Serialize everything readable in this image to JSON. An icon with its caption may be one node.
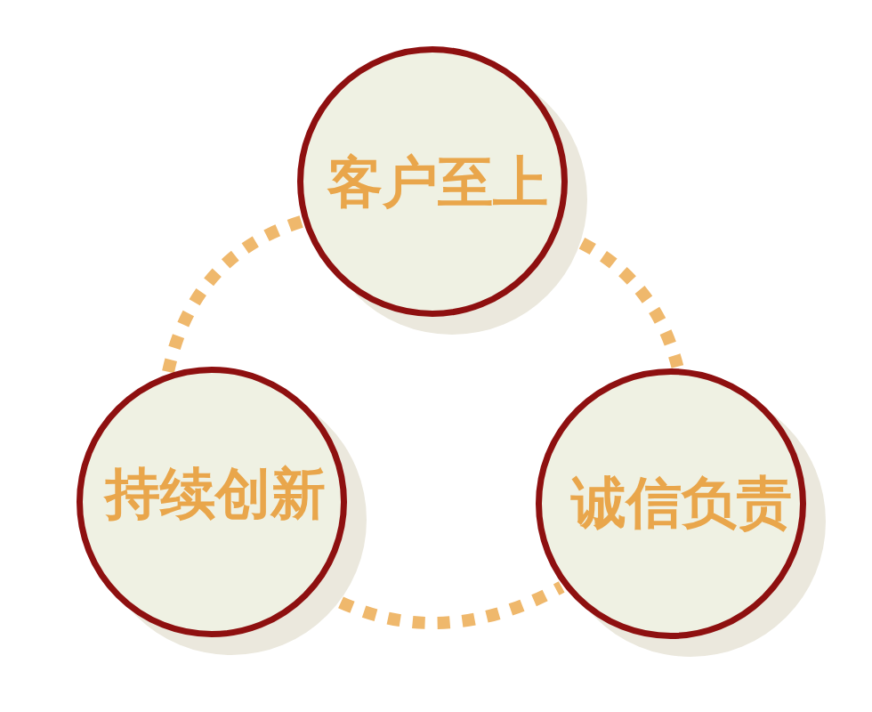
{
  "diagram": {
    "nodes": [
      {
        "text": [
          "客户至上"
        ]
      },
      {
        "text": [
          "持续创新"
        ]
      },
      {
        "text": [
          "诚信负责"
        ]
      }
    ],
    "edges": [
      {
        "from": 0,
        "to": 1,
        "arrow": "none",
        "style": "dashed"
      },
      {
        "from": 0,
        "to": 2,
        "arrow": "none",
        "style": "dashed"
      },
      {
        "from": 1,
        "to": 2,
        "arrow": "none",
        "style": "dashed"
      }
    ]
  }
}
